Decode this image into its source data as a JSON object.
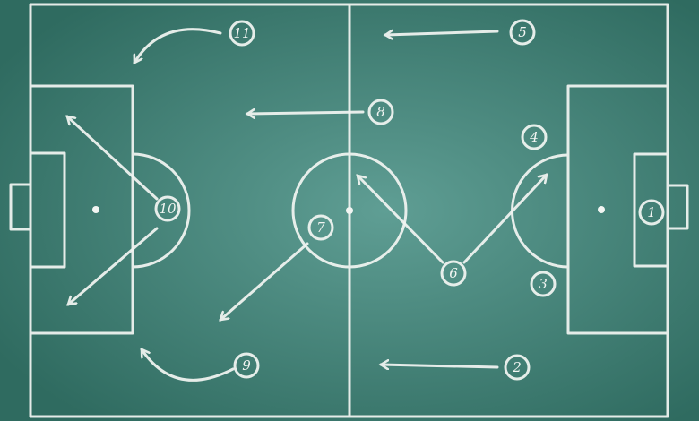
{
  "board": {
    "background_colors": [
      "#2f6b60",
      "#5f9e94"
    ],
    "chalk_color": "#f2f5f2"
  },
  "players": [
    {
      "number": "1"
    },
    {
      "number": "2"
    },
    {
      "number": "3"
    },
    {
      "number": "4"
    },
    {
      "number": "5"
    },
    {
      "number": "6"
    },
    {
      "number": "7"
    },
    {
      "number": "8"
    },
    {
      "number": "9"
    },
    {
      "number": "10"
    },
    {
      "number": "11"
    }
  ]
}
